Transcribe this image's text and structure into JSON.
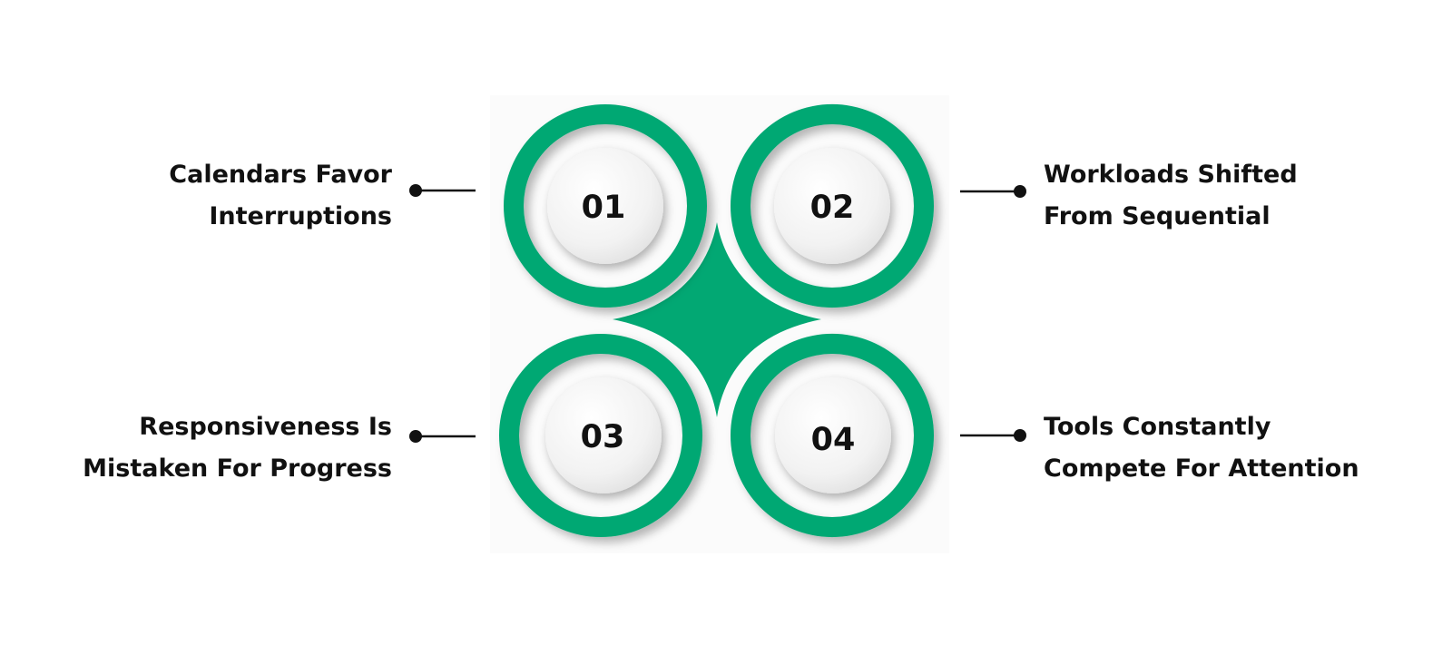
{
  "colors": {
    "accent_green": "#02a873",
    "inner_circle": "#f4f4f4",
    "text": "#111111",
    "connector": "#111111"
  },
  "items": [
    {
      "number": "01",
      "line1": "Calendars Favor",
      "line2": "Interruptions"
    },
    {
      "number": "02",
      "line1": "Workloads Shifted",
      "line2": "From Sequential"
    },
    {
      "number": "03",
      "line1": "Responsiveness Is",
      "line2": "Mistaken For Progress"
    },
    {
      "number": "04",
      "line1": "Tools Constantly",
      "line2": "Compete For Attention"
    }
  ]
}
